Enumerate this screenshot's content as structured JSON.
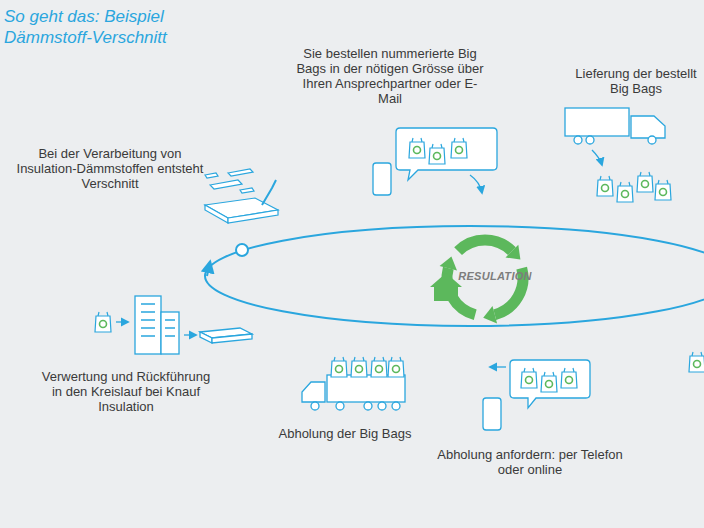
{
  "diagram": {
    "title": "So geht das: Beispiel Dämmstoff-Verschnitt",
    "labels": [
      "Bei der Verarbeitung von Insulation-Dämmstoffen entsteht Verschnitt",
      "Sie bestellen nummerierte Big Bags in der nötigen Grösse über Ihren Ansprechpartner oder E-Mail",
      "Lieferung der bestellt Big Bags",
      "RESULATION",
      "Verwertung und Rückführung in den Kreislauf bei Knauf Insulation",
      "Abholung der Big Bags",
      "Abholung anfordern: per Telefon oder online"
    ]
  }
}
